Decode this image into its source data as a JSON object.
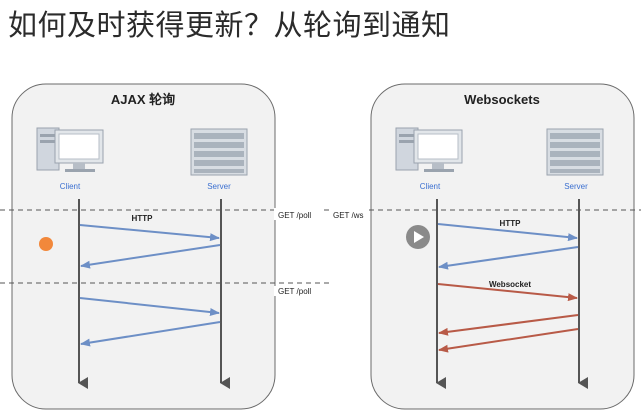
{
  "title": "如何及时获得更新？从轮询到通知",
  "colors": {
    "panel_bg": "#f2f2f2",
    "panel_border": "#6b6b6b",
    "dashed_line": "#555555",
    "lifeline": "#555555",
    "http_arrow": "#6d8fc6",
    "websocket_arrow": "#b85a47",
    "label_blue": "#3a6fd0",
    "orange_dot": "#f2883b",
    "play_button": "#8a8a8a"
  },
  "left_panel": {
    "title": "AJAX 轮询",
    "client_label": "Client",
    "server_label": "Server",
    "http_label": "HTTP",
    "request_label_1": "GET /poll",
    "request_label_2": "GET /poll"
  },
  "right_panel": {
    "title": "Websockets",
    "client_label": "Client",
    "server_label": "Server",
    "http_label": "HTTP",
    "websocket_label": "Websocket",
    "request_label": "GET /ws"
  }
}
